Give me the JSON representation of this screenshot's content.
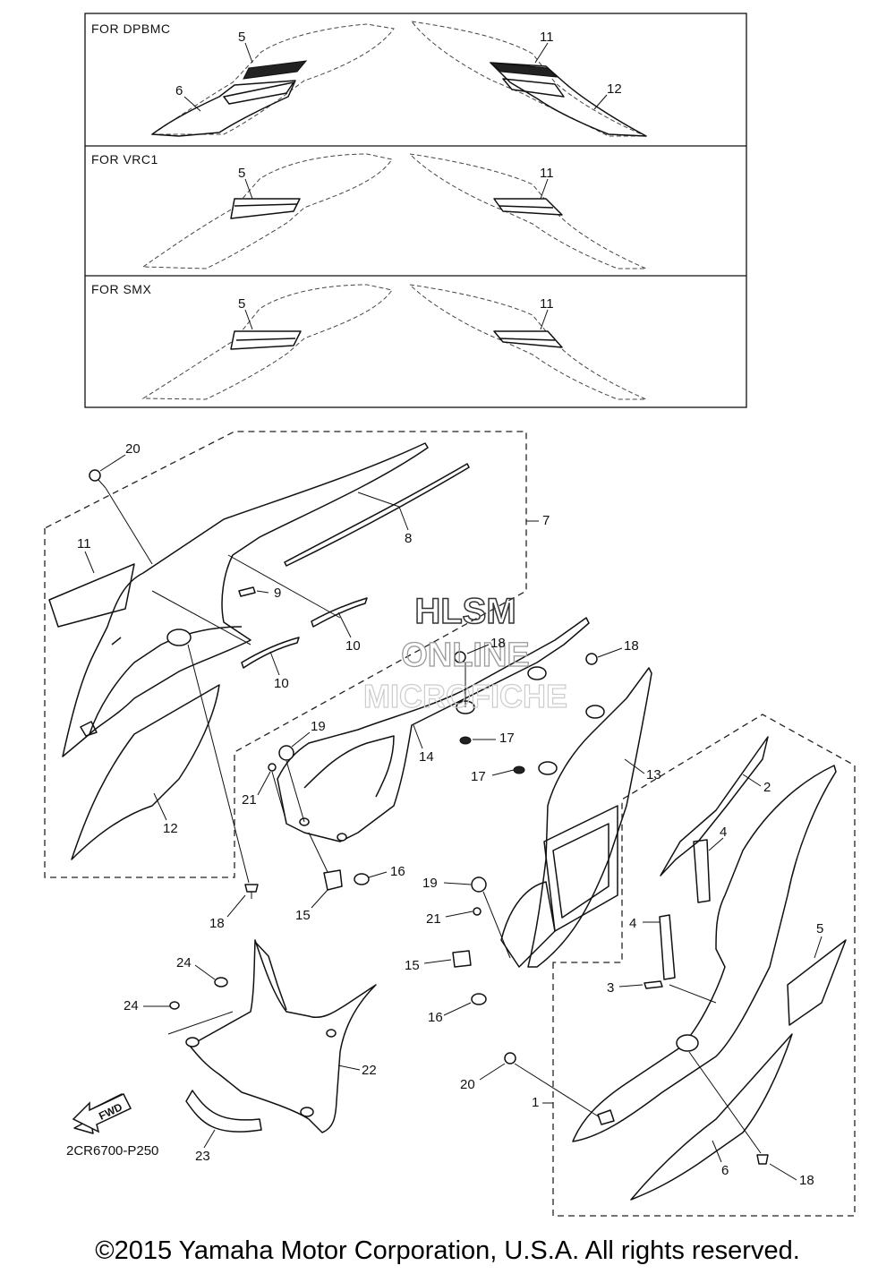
{
  "panels": [
    {
      "title": "FOR DPBMC",
      "labels": [
        "5",
        "6",
        "11",
        "12"
      ]
    },
    {
      "title": "FOR VRC1",
      "labels": [
        "5",
        "11"
      ]
    },
    {
      "title": "FOR SMX",
      "labels": [
        "5",
        "11"
      ]
    }
  ],
  "callouts": {
    "c20a": "20",
    "c11": "11",
    "c7": "7",
    "c8": "8",
    "c9": "9",
    "c10a": "10",
    "c10b": "10",
    "c12": "12",
    "c18a": "18",
    "c18b": "18",
    "c18c": "18",
    "c18d": "18",
    "c14": "14",
    "c13": "13",
    "c17a": "17",
    "c17b": "17",
    "c19a": "19",
    "c21a": "21",
    "c16a": "16",
    "c15a": "15",
    "c2": "2",
    "c4a": "4",
    "c4b": "4",
    "c5": "5",
    "c3": "3",
    "c19b": "19",
    "c21b": "21",
    "c15b": "15",
    "c16b": "16",
    "c24a": "24",
    "c24b": "24",
    "c22": "22",
    "c23": "23",
    "c20b": "20",
    "c1": "1",
    "c6": "6"
  },
  "fwd_label": "FWD",
  "diagram_code": "2CR6700-P250",
  "watermark": {
    "line1": "HLSM",
    "line2": "ONLINE",
    "line3": "MICROFICHE"
  },
  "copyright": "©2015 Yamaha Motor Corporation, U.S.A. All rights reserved."
}
